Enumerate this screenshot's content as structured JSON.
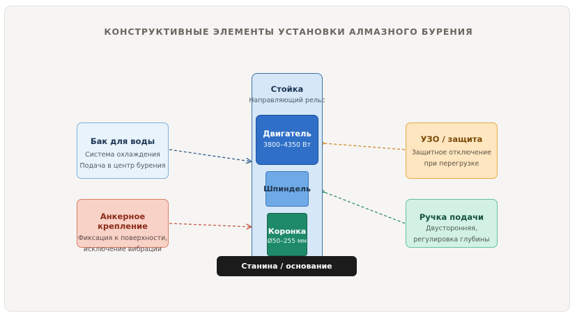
{
  "title": "КОНСТРУКТИВНЫЕ ЭЛЕМЕНТЫ УСТАНОВКИ АЛМАЗНОГО БУРЕНИЯ",
  "column": {
    "title": "Стойка",
    "subtitle": "Направляющий рельс"
  },
  "motor": {
    "title": "Двигатель",
    "subtitle": "3800–4350 Вт"
  },
  "spindle": {
    "title": "Шпиндель"
  },
  "crown": {
    "title": "Коронка",
    "subtitle": "Ø50–255 мм"
  },
  "base": {
    "title": "Станина / основание"
  },
  "tank": {
    "title": "Бак для воды",
    "line1": "Система охлаждения",
    "line2": "Подача в центр бурения"
  },
  "anchor": {
    "title": "Анкерное крепление",
    "line1": "Фиксация к поверхности,",
    "line2": "исключение вибрации"
  },
  "rcd": {
    "title": "УЗО / защита",
    "line1": "Защитное отключение",
    "line2": "при перегрузке"
  },
  "handle": {
    "title": "Ручка подачи",
    "line1": "Двусторонняя,",
    "line2": "регулировка глубины"
  },
  "colors": {
    "tank_arrow": "#2c5a8a",
    "anchor_arrow": "#c25a44",
    "rcd_arrow": "#d08a2a",
    "handle_arrow": "#2f8a6c"
  }
}
